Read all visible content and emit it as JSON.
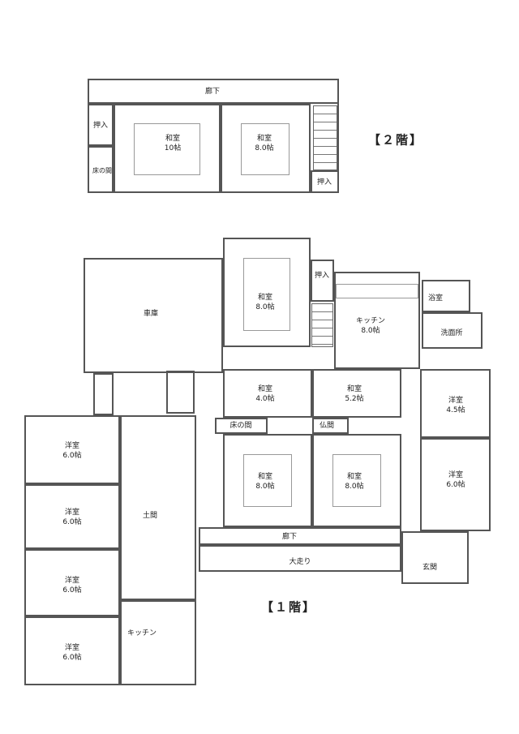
{
  "floor2": {
    "title": "【２階】",
    "rooms": [
      {
        "name": "廊下"
      },
      {
        "name": "和室",
        "size": "10帖"
      },
      {
        "name": "和室",
        "size": "8.0帖"
      },
      {
        "name": "押入"
      },
      {
        "name": "床の間"
      },
      {
        "name": "押入"
      }
    ]
  },
  "floor1": {
    "title": "【１階】",
    "rooms": [
      {
        "name": "車庫"
      },
      {
        "name": "和室",
        "size": "8.0帖"
      },
      {
        "name": "押入"
      },
      {
        "name": "キッチン",
        "size": "8.0帖"
      },
      {
        "name": "浴室"
      },
      {
        "name": "洗面所"
      },
      {
        "name": "和室",
        "size": "4.0帖"
      },
      {
        "name": "和室",
        "size": "5.2帖"
      },
      {
        "name": "洋室",
        "size": "4.5帖"
      },
      {
        "name": "床の間"
      },
      {
        "name": "仏間"
      },
      {
        "name": "和室",
        "size": "8.0帖"
      },
      {
        "name": "和室",
        "size": "8.0帖"
      },
      {
        "name": "洋室",
        "size": "6.0帖"
      },
      {
        "name": "廊下"
      },
      {
        "name": "大走り"
      },
      {
        "name": "玄関"
      },
      {
        "name": "洋室",
        "size": "6.0帖"
      },
      {
        "name": "洋室",
        "size": "6.0帖"
      },
      {
        "name": "洋室",
        "size": "6.0帖"
      },
      {
        "name": "洋室",
        "size": "6.0帖"
      },
      {
        "name": "土間"
      },
      {
        "name": "キッチン"
      }
    ]
  }
}
